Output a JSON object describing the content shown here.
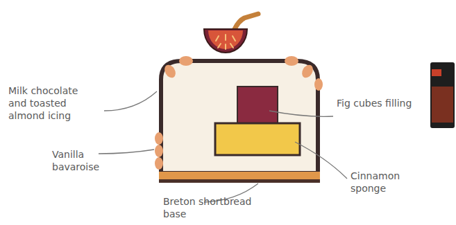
{
  "diagram": {
    "labels": [
      "Milk chocolate and toasted almond icing",
      "Vanilla bavaroise",
      "Breton shortbread base",
      "Fig cubes filling",
      "Cinnamon sponge"
    ]
  }
}
